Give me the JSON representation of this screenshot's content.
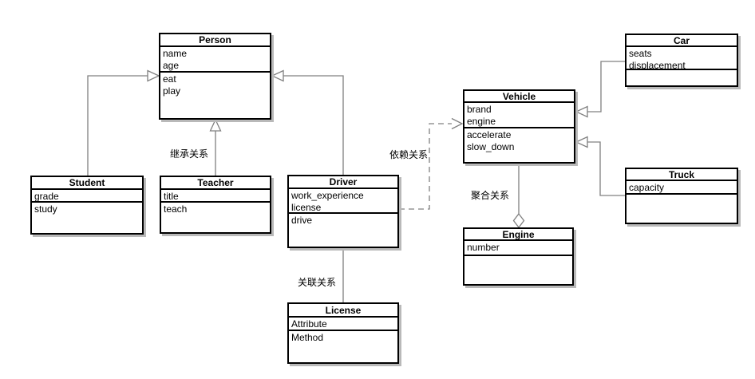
{
  "diagram": {
    "kind": "uml-class-diagram",
    "background": "#ffffff"
  },
  "colors": {
    "connector": "#808080",
    "box_border": "#000000",
    "box_fill": "#ffffff",
    "shadow": "#b9b9b9",
    "text": "#000000"
  },
  "classes": {
    "person": {
      "name": "Person",
      "attributes": [
        "name",
        "age"
      ],
      "methods": [
        "eat",
        "play"
      ]
    },
    "student": {
      "name": "Student",
      "attributes": [
        "grade"
      ],
      "methods": [
        "study"
      ]
    },
    "teacher": {
      "name": "Teacher",
      "attributes": [
        "title"
      ],
      "methods": [
        "teach"
      ]
    },
    "driver": {
      "name": "Driver",
      "attributes": [
        "work_experience",
        "license"
      ],
      "methods": [
        "drive"
      ]
    },
    "license": {
      "name": "License",
      "attributes": [
        "Attribute"
      ],
      "methods": [
        "Method"
      ]
    },
    "vehicle": {
      "name": "Vehicle",
      "attributes": [
        "brand",
        "engine"
      ],
      "methods": [
        "accelerate",
        "slow_down"
      ]
    },
    "engine": {
      "name": "Engine",
      "attributes": [
        "number"
      ],
      "methods": []
    },
    "car": {
      "name": "Car",
      "attributes": [
        "seats",
        "displacement"
      ],
      "methods": []
    },
    "truck": {
      "name": "Truck",
      "attributes": [
        "capacity"
      ],
      "methods": []
    }
  },
  "relationships": {
    "inheritance_label": "继承关系",
    "dependency_label": "依赖关系",
    "association_label": "关联关系",
    "aggregation_label": "聚合关系",
    "edges": [
      {
        "from": "Student",
        "to": "Person",
        "type": "inheritance"
      },
      {
        "from": "Teacher",
        "to": "Person",
        "type": "inheritance"
      },
      {
        "from": "Driver",
        "to": "Person",
        "type": "inheritance"
      },
      {
        "from": "Driver",
        "to": "License",
        "type": "association"
      },
      {
        "from": "Driver",
        "to": "Vehicle",
        "type": "dependency"
      },
      {
        "from": "Engine",
        "to": "Vehicle",
        "type": "aggregation"
      },
      {
        "from": "Car",
        "to": "Vehicle",
        "type": "inheritance"
      },
      {
        "from": "Truck",
        "to": "Vehicle",
        "type": "inheritance"
      }
    ]
  }
}
